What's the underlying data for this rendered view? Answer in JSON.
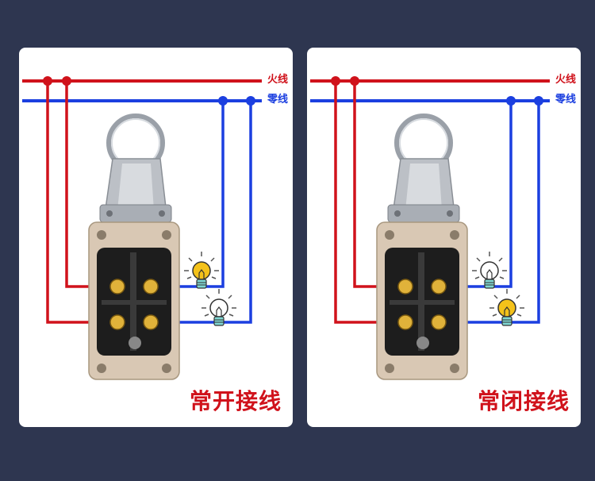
{
  "labels": {
    "live": "火线",
    "neutral": "零线"
  },
  "panels": [
    {
      "id": "normally-open",
      "caption": "常开接线",
      "lamps_lit": {
        "top": true,
        "bottom": false
      }
    },
    {
      "id": "normally-closed",
      "caption": "常闭接线",
      "lamps_lit": {
        "top": false,
        "bottom": true
      }
    }
  ],
  "colors": {
    "background": "#2e3650",
    "live_wire": "#d0121b",
    "neutral_wire": "#1b3fe0",
    "panel": "#ffffff",
    "switch_body": "#d9c8b4",
    "lamp_on": "#f4c21a",
    "lamp_off": "#ffffff"
  }
}
